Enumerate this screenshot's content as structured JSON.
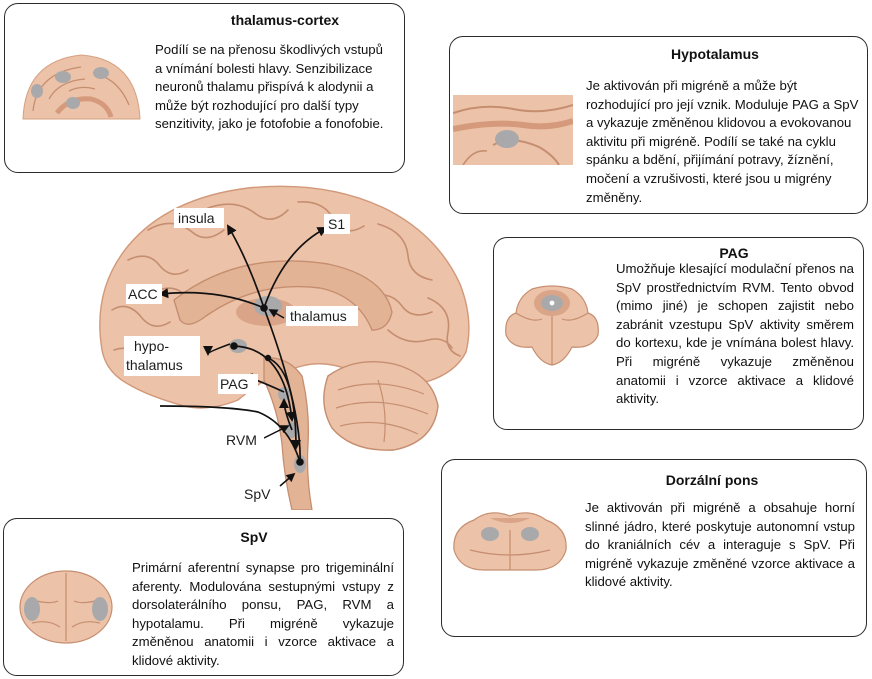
{
  "cards": {
    "thalamus_cortex": {
      "title": "thalamus-cortex",
      "text": "Podílí se na přenosu škodlivých vstupů a vnímání bolesti hlavy. Senzibilizace neuronů thalamu přispívá k alodynii a může být rozhodující pro další typy senzitivity, jako je fotofobie a fonofobie."
    },
    "hypotalamus": {
      "title": "Hypotalamus",
      "text": "Je aktivován při migréně a může být rozhodující pro její vznik. Moduluje PAG a SpV a vykazuje změněnou klidovou a evokovanou aktivitu při migréně. Podílí se také na cyklu spánku a bdění, přijímání potravy, žíznění, močení a vzrušivosti, které jsou u migrény změněny."
    },
    "pag": {
      "title": "PAG",
      "text": "Umožňuje klesající modulační přenos na SpV prostřednictvím RVM. Tento obvod (mimo jiné) je schopen zajistit nebo zabránit vzestupu SpV aktivity směrem do kortexu, kde je vnímána bolest hlavy. Při migréně vykazuje změněnou anatomii i vzorce aktivace a klidové aktivity."
    },
    "dorzalni_pons": {
      "title": "Dorzální pons",
      "text": "Je aktivován při migréně a obsahuje horní slinné jádro, které poskytuje autonomní vstup do kraniálních cév a interaguje s SpV. Při migréně vykazuje změněné vzorce aktivace a klidové aktivity."
    },
    "spv": {
      "title": "SpV",
      "text": "Primární aferentní synapse pro trigeminální aferenty. Modulována sestupnými vstupy z dorsolaterálního ponsu, PAG, RVM a hypotalamu. Při migréně vykazuje změněnou anatomii i vzorce aktivace a klidové aktivity."
    }
  },
  "brain_labels": {
    "insula": "insula",
    "s1": "S1",
    "acc": "ACC",
    "thalamus": "thalamus",
    "hypothalamus_1": "hypo-",
    "hypothalamus_2": "thalamus",
    "pag": "PAG",
    "rvm": "RVM",
    "spv": "SpV"
  },
  "colors": {
    "tissue": "#ecc2a8",
    "tissue_dark": "#d9a487",
    "gyrus_line": "#c68e70",
    "highlight": "#a9a9ab",
    "border": "#2b2b2b"
  }
}
